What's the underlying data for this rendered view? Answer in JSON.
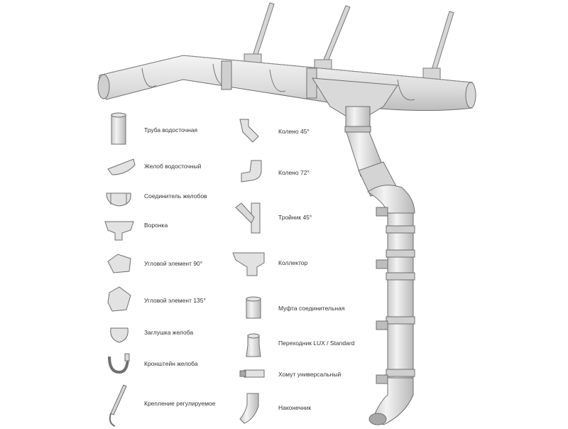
{
  "colors": {
    "background": "#ffffff",
    "part_fill": "#e9e9e9",
    "part_shade": "#cfcfcf",
    "part_dark": "#9a9a9a",
    "outline": "#6f6f6f",
    "text": "#333333"
  },
  "left_column": [
    {
      "label": "Труба водосточная",
      "icon": "pipe-icon"
    },
    {
      "label": "Желоб водосточный",
      "icon": "gutter-icon"
    },
    {
      "label": "Соединитель желобов",
      "icon": "gutter-connector-icon"
    },
    {
      "label": "Воронка",
      "icon": "funnel-icon"
    },
    {
      "label": "Угловой элемент 90°",
      "icon": "corner-90-icon"
    },
    {
      "label": "Угловой элемент 135°",
      "icon": "corner-135-icon"
    },
    {
      "label": "Заглушка желоба",
      "icon": "gutter-cap-icon"
    },
    {
      "label": "Кронштейн желоба",
      "icon": "gutter-bracket-icon"
    },
    {
      "label": "Крепление регулируемое",
      "icon": "adjustable-mount-icon"
    }
  ],
  "right_column": [
    {
      "label": "Колено 45°",
      "icon": "elbow-45-icon"
    },
    {
      "label": "Колено 72°",
      "icon": "elbow-72-icon"
    },
    {
      "label": "Тройник 45°",
      "icon": "tee-45-icon"
    },
    {
      "label": "Коллектор",
      "icon": "collector-icon"
    },
    {
      "label": "Муфта соединительная",
      "icon": "coupling-icon"
    },
    {
      "label": "Переходник LUX / Standard",
      "icon": "adapter-icon"
    },
    {
      "label": "Хомут универсальный",
      "icon": "clamp-icon"
    },
    {
      "label": "Наконечник",
      "icon": "outlet-tip-icon"
    }
  ]
}
